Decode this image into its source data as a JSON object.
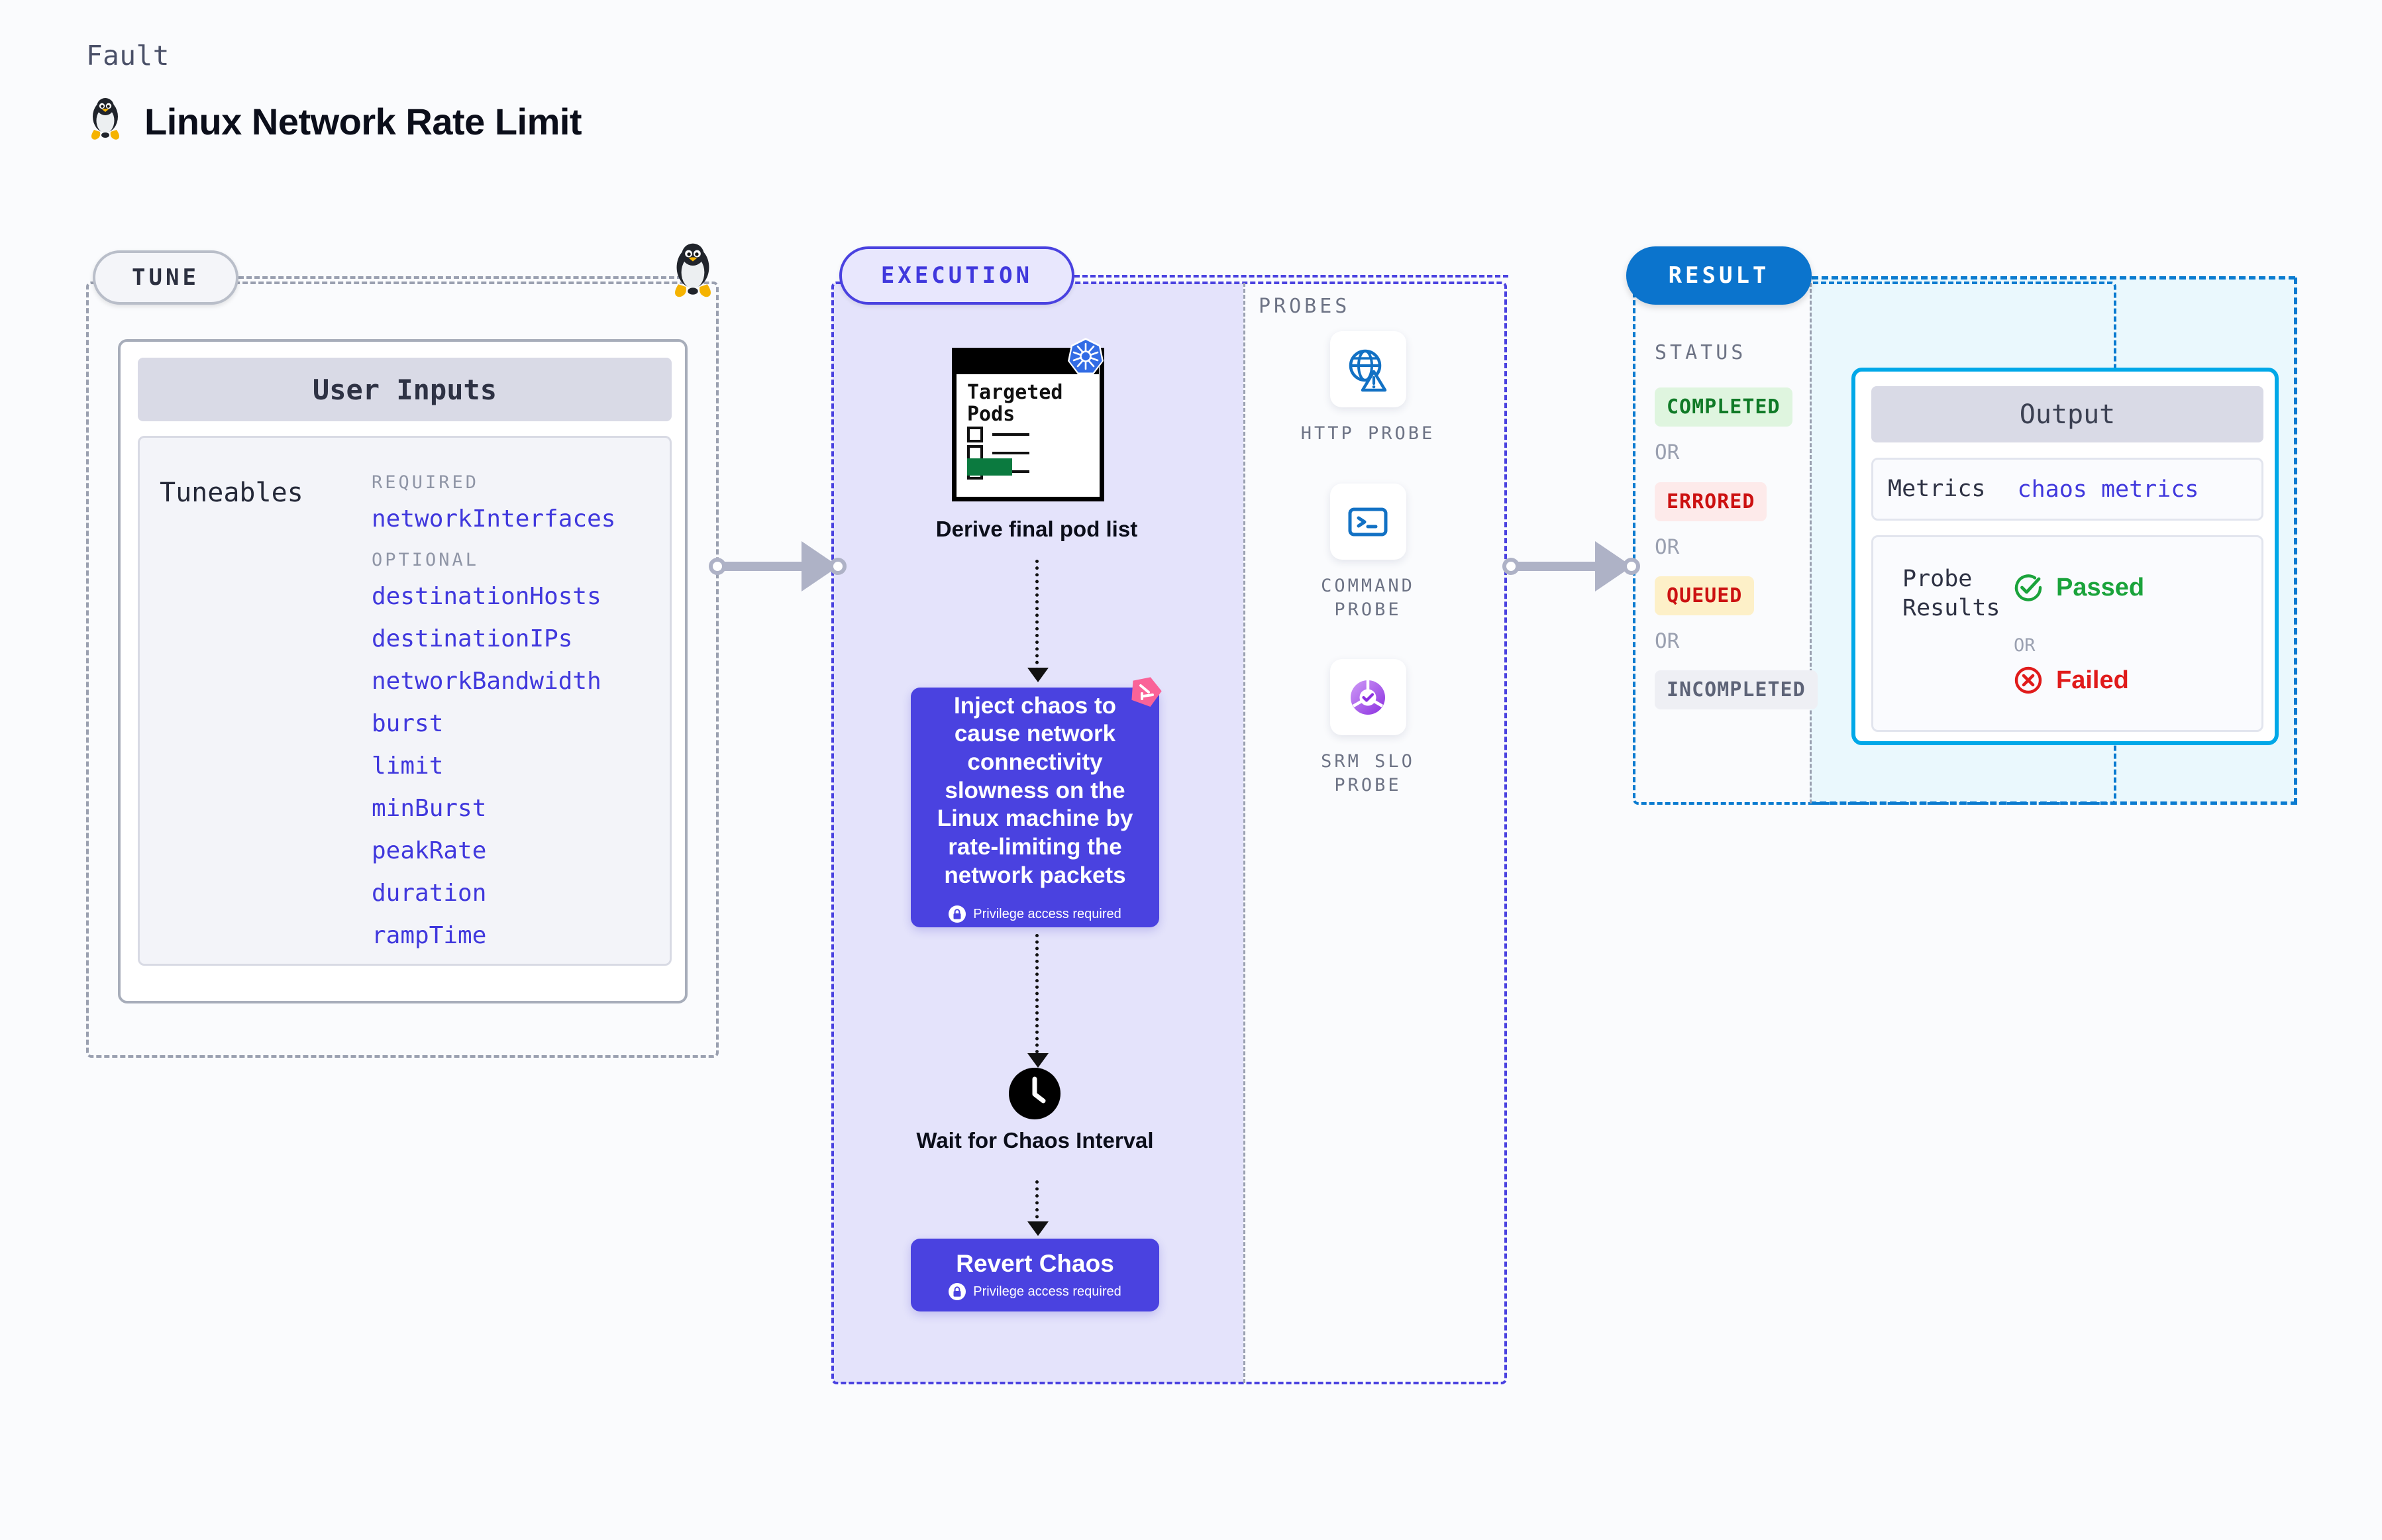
{
  "header": {
    "eyebrow": "Fault",
    "title": "Linux Network Rate Limit",
    "icon": "linux-tux-icon"
  },
  "tune": {
    "pill_label": "TUNE",
    "card_title": "User Inputs",
    "tuneables_label": "Tuneables",
    "groups": [
      {
        "heading": "REQUIRED",
        "items": [
          "networkInterfaces"
        ]
      },
      {
        "heading": "OPTIONAL",
        "items": [
          "destinationHosts",
          "destinationIPs",
          "networkBandwidth",
          "burst",
          "limit",
          "minBurst",
          "peakRate",
          "duration",
          "rampTime"
        ]
      }
    ]
  },
  "execution": {
    "pill_label": "EXECUTION",
    "pods_card": {
      "title": "Targeted Pods",
      "badge": "kubernetes-icon"
    },
    "derive_label": "Derive final pod list",
    "inject": {
      "text": "Inject chaos to cause network connectivity slowness on the Linux machine by rate-limiting the network packets",
      "privilege_note": "Privilege access required",
      "badge": "litmuschaos-icon"
    },
    "wait_label": "Wait for Chaos Interval",
    "wait_icon": "clock-icon",
    "revert": {
      "label": "Revert Chaos",
      "privilege_note": "Privilege access required"
    }
  },
  "probes": {
    "section_label": "PROBES",
    "items": [
      {
        "name": "HTTP PROBE",
        "icon": "globe-alert-icon"
      },
      {
        "name": "COMMAND PROBE",
        "icon": "terminal-icon"
      },
      {
        "name": "SRM SLO PROBE",
        "icon": "srm-slo-donut-icon"
      }
    ]
  },
  "result": {
    "pill_label": "RESULT",
    "status_label": "STATUS",
    "or_label": "OR",
    "statuses": [
      {
        "label": "COMPLETED",
        "fg": "#107a27",
        "bg": "#dff5df"
      },
      {
        "label": "ERRORED",
        "fg": "#cc1111",
        "bg": "#fdeaea"
      },
      {
        "label": "QUEUED",
        "fg": "#cc1111",
        "bg": "#fdf0c8"
      },
      {
        "label": "INCOMPLETED",
        "fg": "#5d6377",
        "bg": "#eeeff4"
      }
    ],
    "output": {
      "title": "Output",
      "metrics_key": "Metrics",
      "metrics_value": "chaos metrics",
      "probe_results_key": "Probe Results",
      "passed_label": "Passed",
      "failed_label": "Failed",
      "or_label": "OR"
    }
  },
  "colors": {
    "accent_purple": "#4a42e0",
    "accent_blue": "#0b74cd",
    "output_border": "#00a8e8",
    "pass_green": "#1aa33b",
    "fail_red": "#e01b1b"
  }
}
